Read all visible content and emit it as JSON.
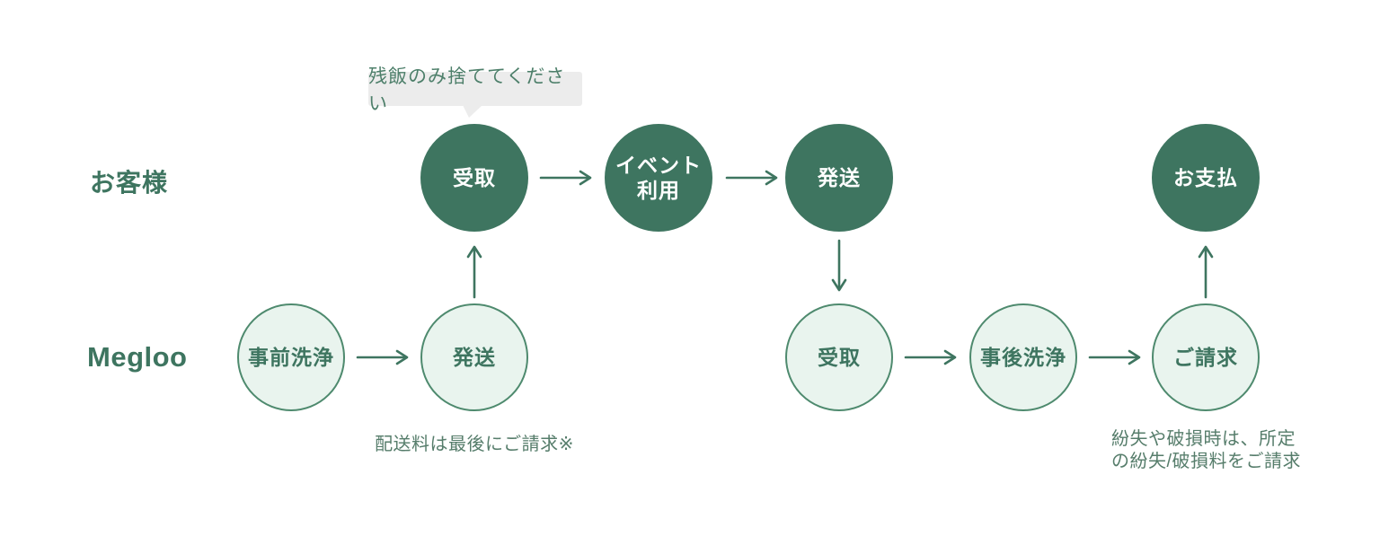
{
  "lanes": {
    "customer": {
      "label": "お客様"
    },
    "megloo": {
      "label": "Megloo"
    }
  },
  "bubble": {
    "text": "残飯のみ捨ててください"
  },
  "customer_steps": [
    {
      "id": "receive",
      "label": "受取"
    },
    {
      "id": "event-use",
      "label_lines": [
        "イベント",
        "利用"
      ]
    },
    {
      "id": "ship",
      "label": "発送"
    },
    {
      "id": "payment",
      "label": "お支払"
    }
  ],
  "megloo_steps": [
    {
      "id": "pre-wash",
      "label": "事前洗浄"
    },
    {
      "id": "ship",
      "label": "発送"
    },
    {
      "id": "receive",
      "label": "受取"
    },
    {
      "id": "post-wash",
      "label": "事後洗浄"
    },
    {
      "id": "billing",
      "label": "ご請求"
    }
  ],
  "notes": {
    "shipping_fee": "配送料は最後にご請求※",
    "loss_damage_line1": "紛失や破損時は、所定",
    "loss_damage_line2": "の紛失/破損料をご請求"
  },
  "colors": {
    "dark_green": "#3e7560",
    "light_green_fill": "#e9f4ee",
    "circle_border": "#4e8a6e",
    "bubble_bg": "#ececec",
    "bubble_text": "#4d7f6a",
    "note_text": "#567d6b",
    "lane_label": "#3e7560",
    "node_light_text": "#3e7560"
  }
}
